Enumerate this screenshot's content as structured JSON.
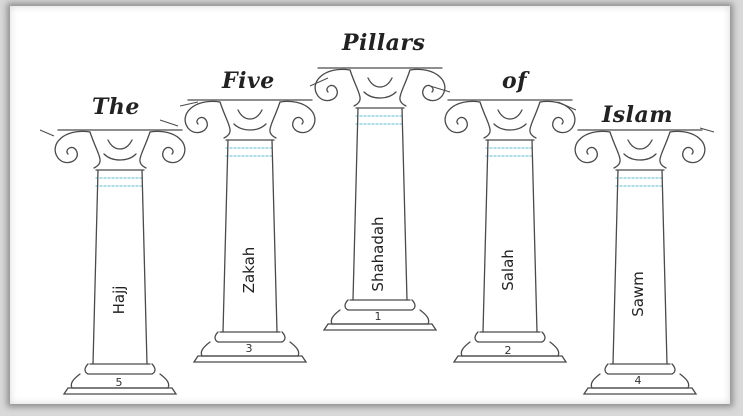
{
  "title_words": [
    "The",
    "Five",
    "Pillars",
    "of",
    "Islam"
  ],
  "pillars": [
    {
      "name": "Hajj",
      "number": "5"
    },
    {
      "name": "Zakah",
      "number": "3"
    },
    {
      "name": "Shahadah",
      "number": "1"
    },
    {
      "name": "Salah",
      "number": "2"
    },
    {
      "name": "Sawm",
      "number": "4"
    }
  ],
  "colors": {
    "line": "#4a4a4a",
    "accent": "#7fc8d8",
    "background": "#ffffff"
  }
}
